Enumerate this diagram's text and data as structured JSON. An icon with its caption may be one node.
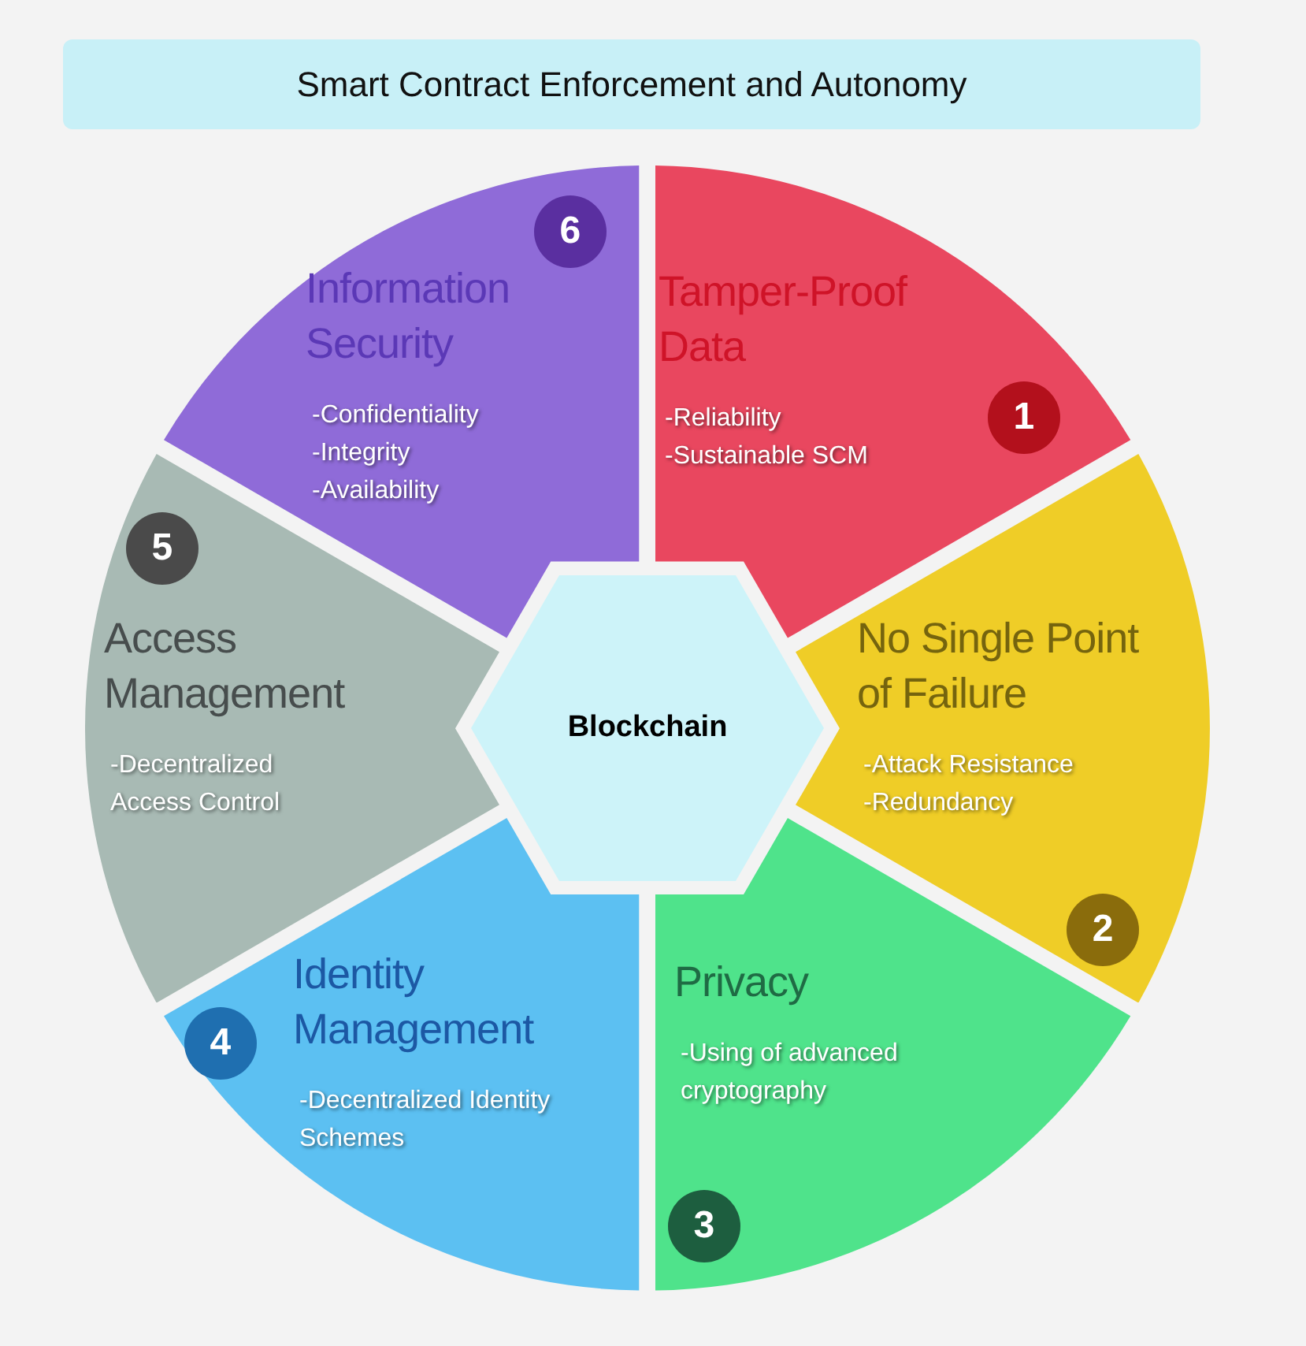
{
  "diagram": {
    "title": "Smart Contract Enforcement and Autonomy",
    "nodes": [
      {
        "text": [
          "Blockchain"
        ]
      },
      {
        "text": [
          "1",
          "Tamper-Proof Data",
          "-Reliability",
          "-Sustainable SCM"
        ]
      },
      {
        "text": [
          "No Single Point of Failure",
          "-Attack Resistance",
          "-Redundancy",
          "2"
        ]
      },
      {
        "text": [
          "Privacy",
          "-Using of advanced cryptography",
          "3"
        ]
      },
      {
        "text": [
          "4",
          "Identity Management",
          "-Decentralized Identity Schemes"
        ]
      },
      {
        "text": [
          "5",
          "Access Management",
          "-Decentralized Access Control"
        ]
      },
      {
        "text": [
          "6",
          "Information Security",
          "-Confidentiality",
          "-Integrity",
          "-Availability"
        ]
      }
    ]
  }
}
